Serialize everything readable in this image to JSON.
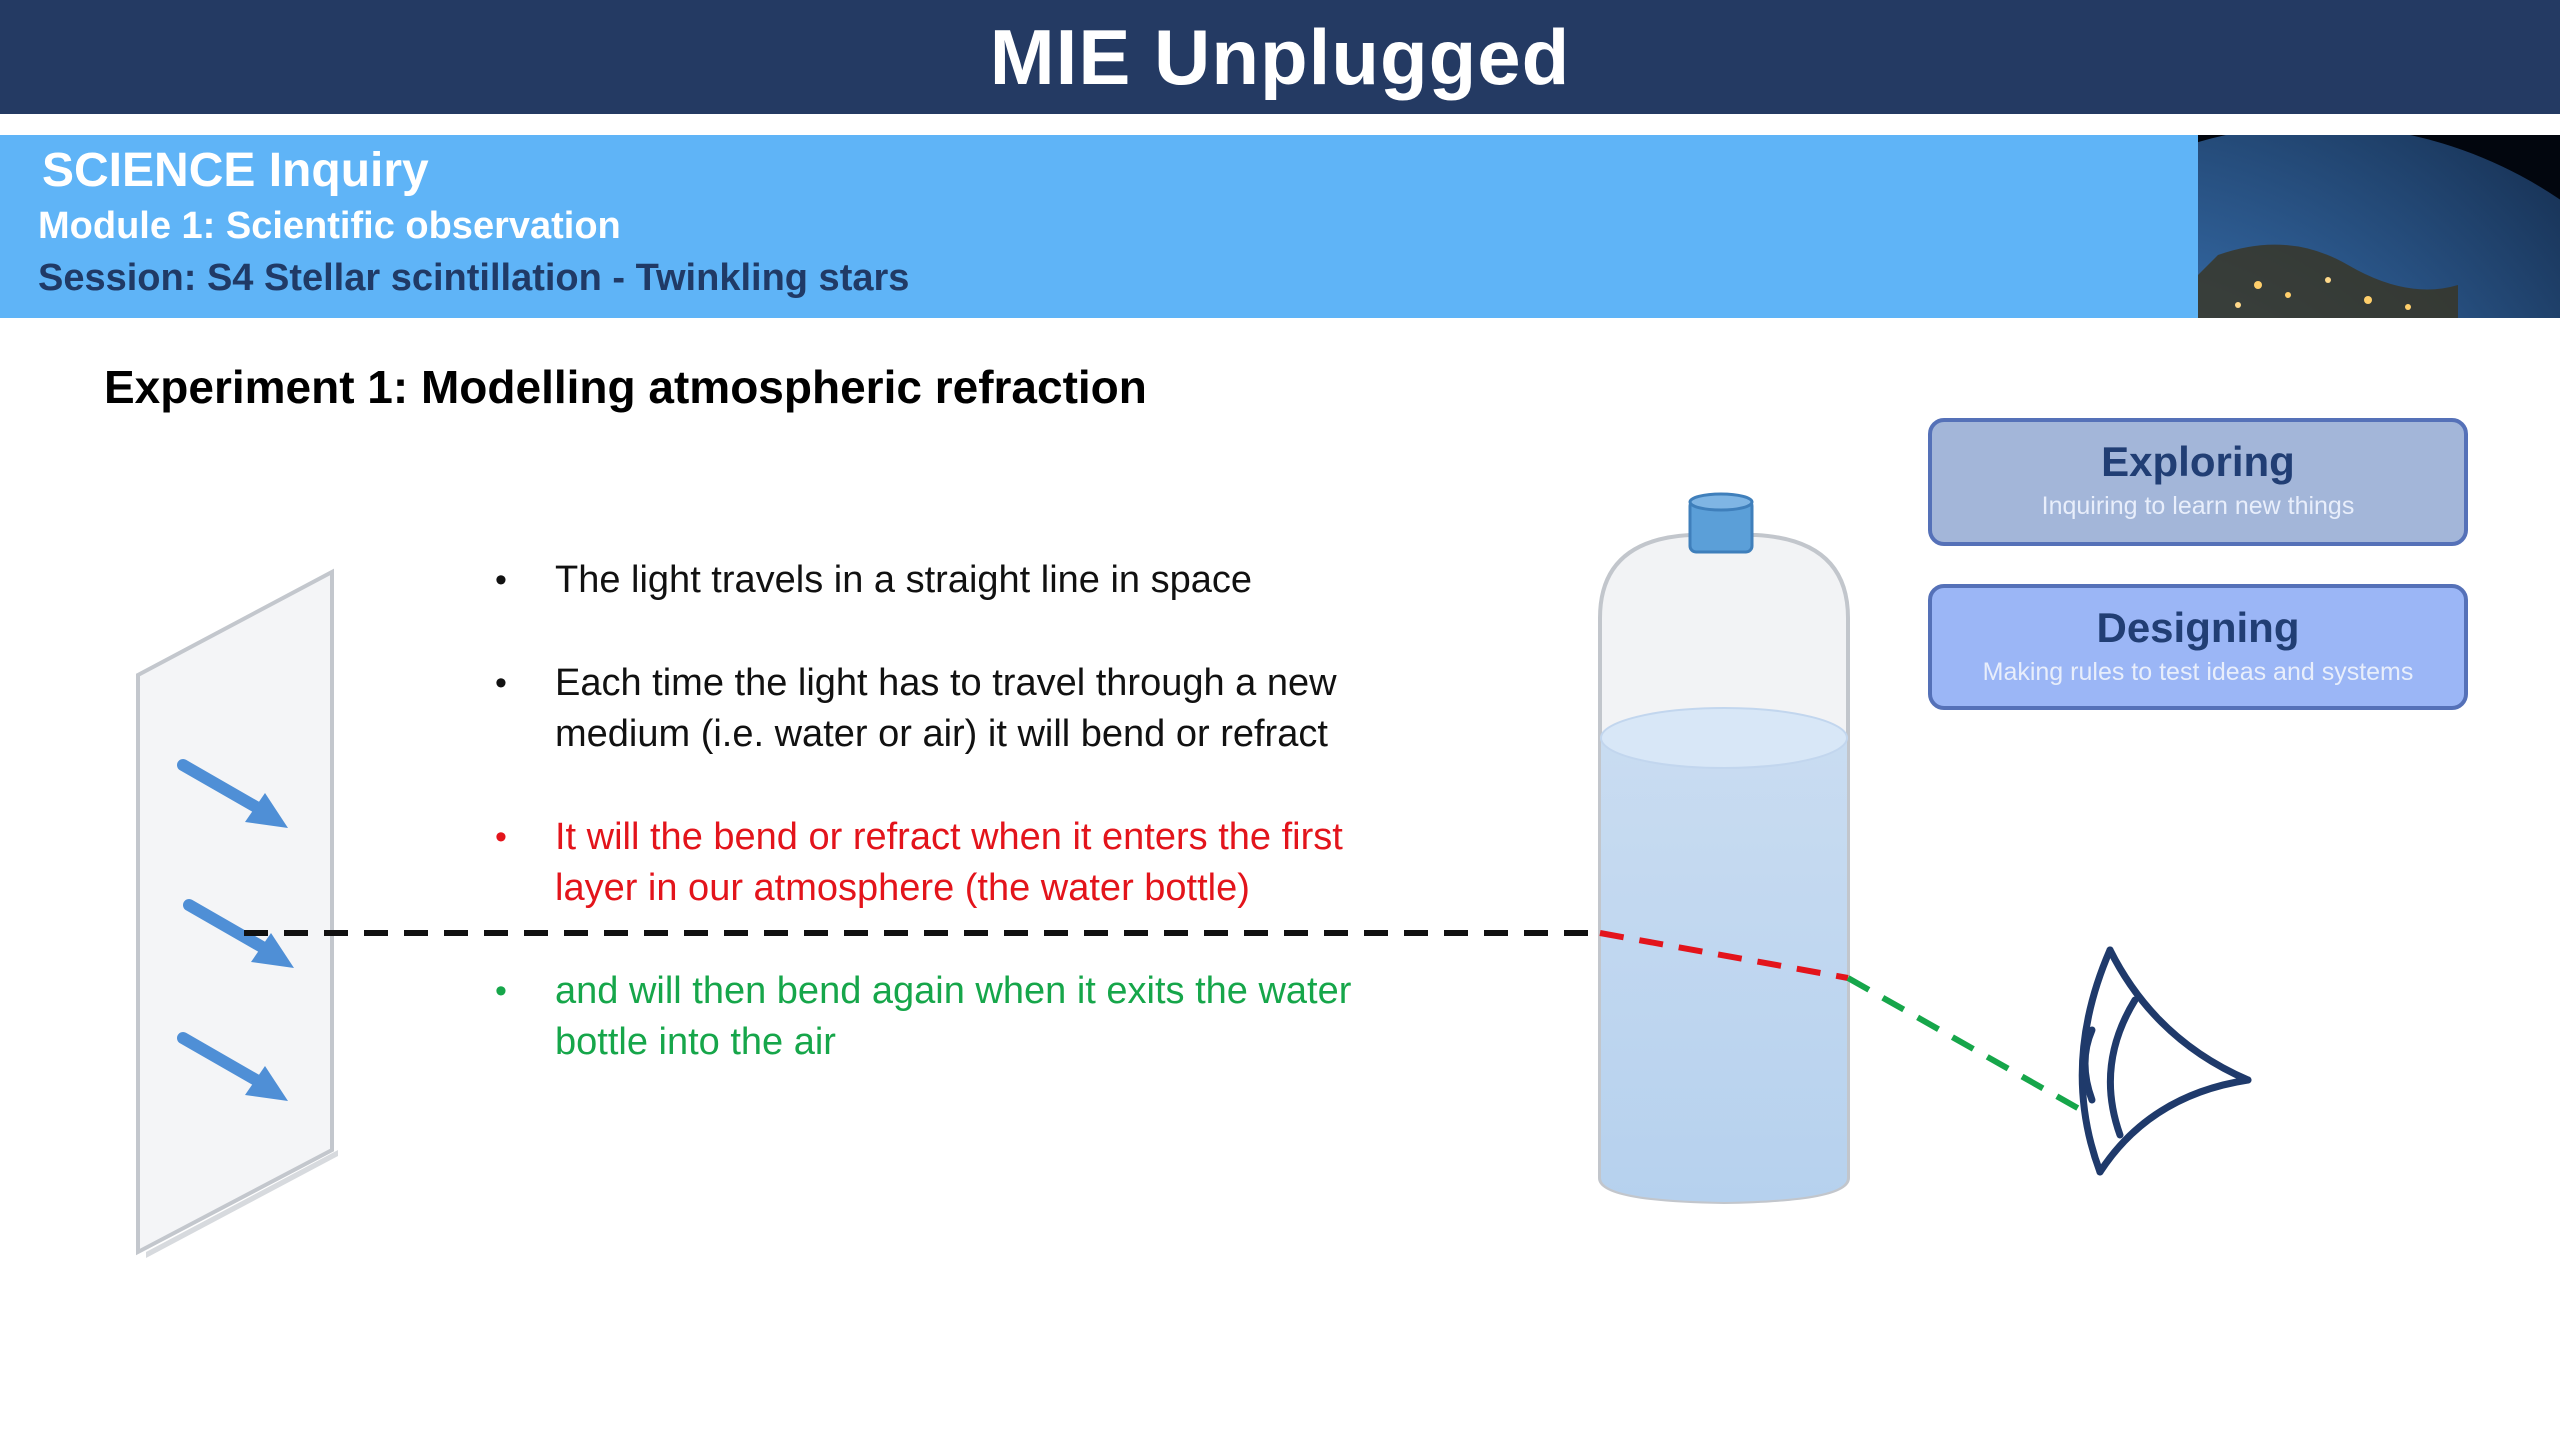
{
  "header": {
    "title": "MIE Unplugged"
  },
  "module": {
    "subject": "SCIENCE Inquiry",
    "module": "Module 1: Scientific observation",
    "session": "Session: S4 Stellar scintillation - Twinkling stars"
  },
  "experiment": {
    "title": "Experiment 1: Modelling atmospheric refraction",
    "bullets": [
      {
        "line1": "The light travels in a straight line in space",
        "line2": ""
      },
      {
        "line1": "Each time the light has to travel through a new",
        "line2": "medium (i.e. water or air) it will bend or refract"
      },
      {
        "line1": "It will the bend or refract when it enters the first",
        "line2": "layer in our atmosphere (the water bottle)"
      },
      {
        "line1": "and will then bend again when it exits the water",
        "line2": "bottle into the air"
      }
    ],
    "bullet_symbol": "•"
  },
  "skills": {
    "exploring": {
      "name": "Exploring",
      "desc": "Inquiring to learn new things"
    },
    "designing": {
      "name": "Designing",
      "desc": "Making rules to test ideas and systems"
    }
  },
  "colors": {
    "title_bar": "#243a63",
    "module_band": "#5fb4f7",
    "red_ray": "#e3141b",
    "green_ray": "#16a64a",
    "arrow_blue": "#4f8fd6",
    "eye_navy": "#1f3a6b"
  }
}
